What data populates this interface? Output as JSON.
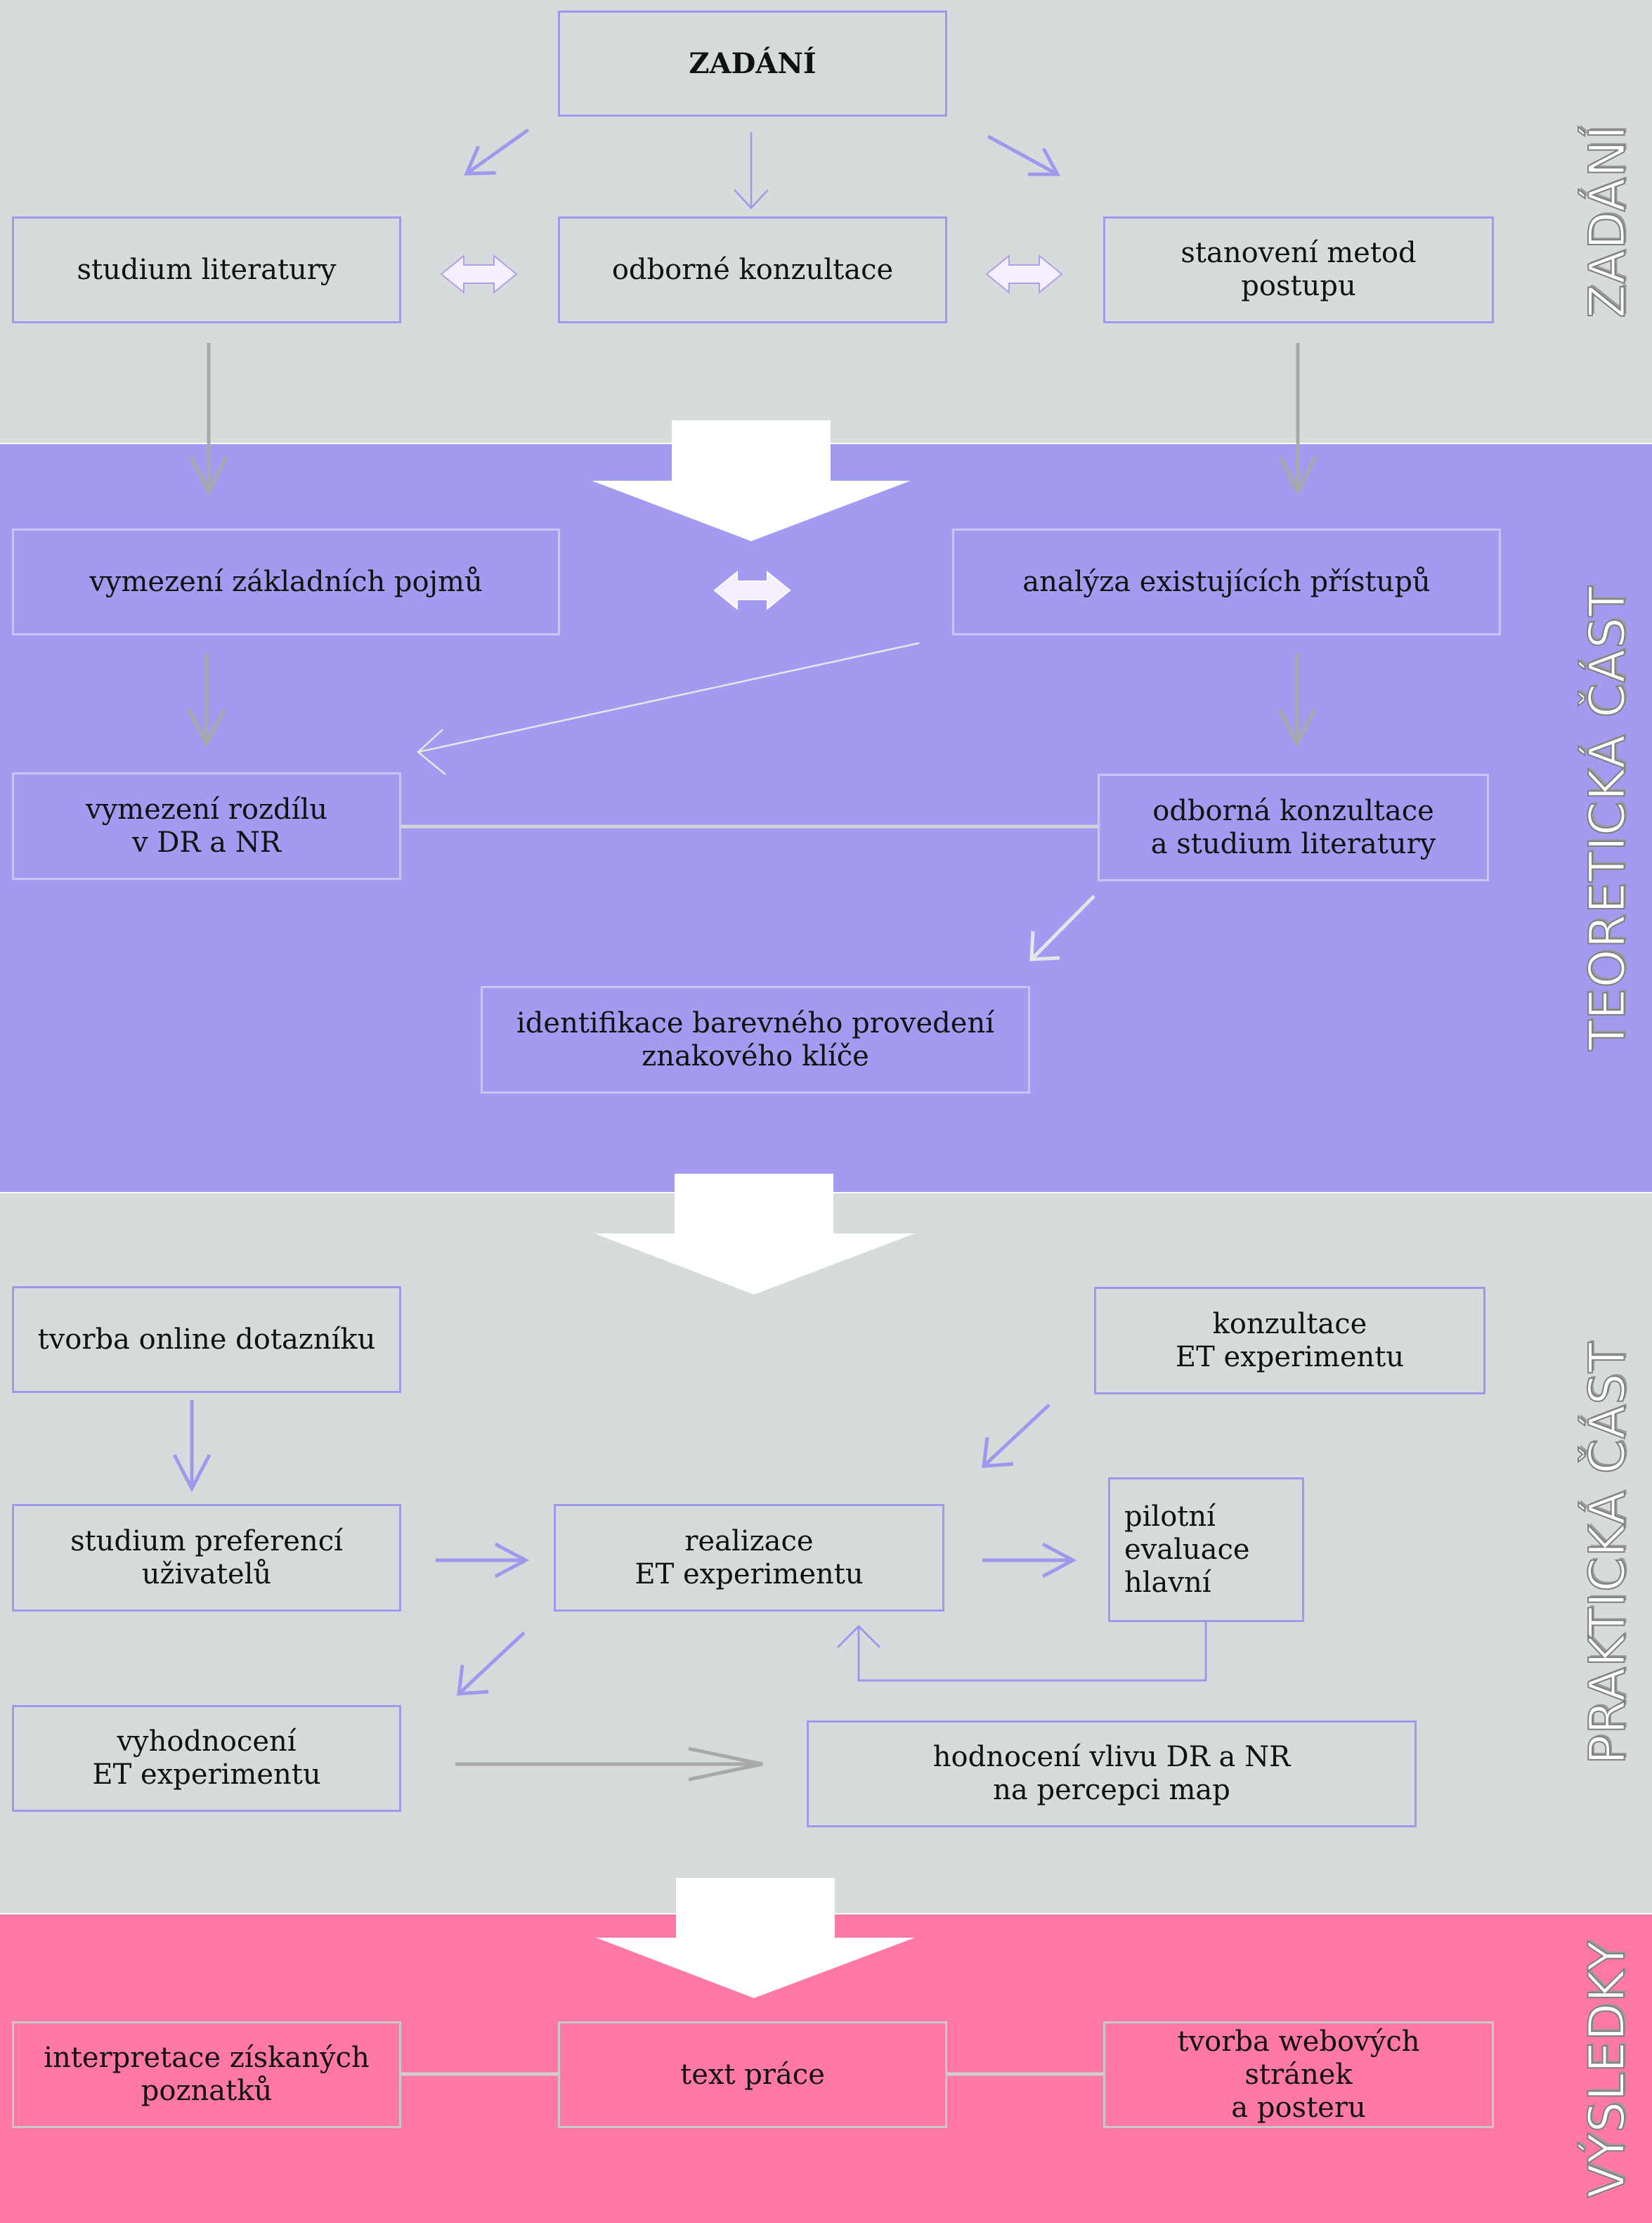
{
  "sections": {
    "zadani": {
      "label": "ZADÁNÍ",
      "color": "#d5dcdb"
    },
    "teoreticka": {
      "label": "TEORETICKÁ ČÁST",
      "color": "#a39bf0"
    },
    "prakticka": {
      "label": "PRAKTICKÁ ČÁST",
      "color": "#d5dcdb"
    },
    "vysledky": {
      "label": "VÝSLEDKY",
      "color": "#ff78a8"
    }
  },
  "nodes": {
    "zadani": "ZADÁNÍ",
    "studium_literatury": "studium literatury",
    "odborne_konzultace": "odborné konzultace",
    "stanoveni_metod": "stanovení metod postupu",
    "vymezeni_pojmu": "vymezení základních pojmů",
    "analyza_pristupu": "analýza existujících přístupů",
    "vymezeni_rozdilu": "vymezení rozdílu\nv DR a NR",
    "odborna_konzultace_studium": "odborná konzultace\na studium literatury",
    "identifikace": "identifikace barevného provedení\nznakového klíče",
    "tvorba_dotazniku": "tvorba online dotazníku",
    "konzultace_et": "konzultace\nET experimentu",
    "studium_preferenci": "studium preferencí\nuživatelů",
    "realizace_et": "realizace\nET experimentu",
    "pilotni": "pilotní\nevaluace\nhlavní",
    "vyhodnoceni_et": "vyhodnocení\nET experimentu",
    "hodnoceni_vlivu": "hodnocení vlivu DR a NR\nna percepci map",
    "interpretace": "interpretace získaných\npoznatků",
    "text_prace": "text práce",
    "tvorba_webu": "tvorba webových stránek\na posteru"
  },
  "colors": {
    "arrow_purple": "#9f99ee",
    "arrow_gray": "#a9a9a9",
    "arrow_light": "#e6e6e6",
    "double_arrow_fill": "#f5eefc",
    "big_arrow": "#ffffff"
  }
}
